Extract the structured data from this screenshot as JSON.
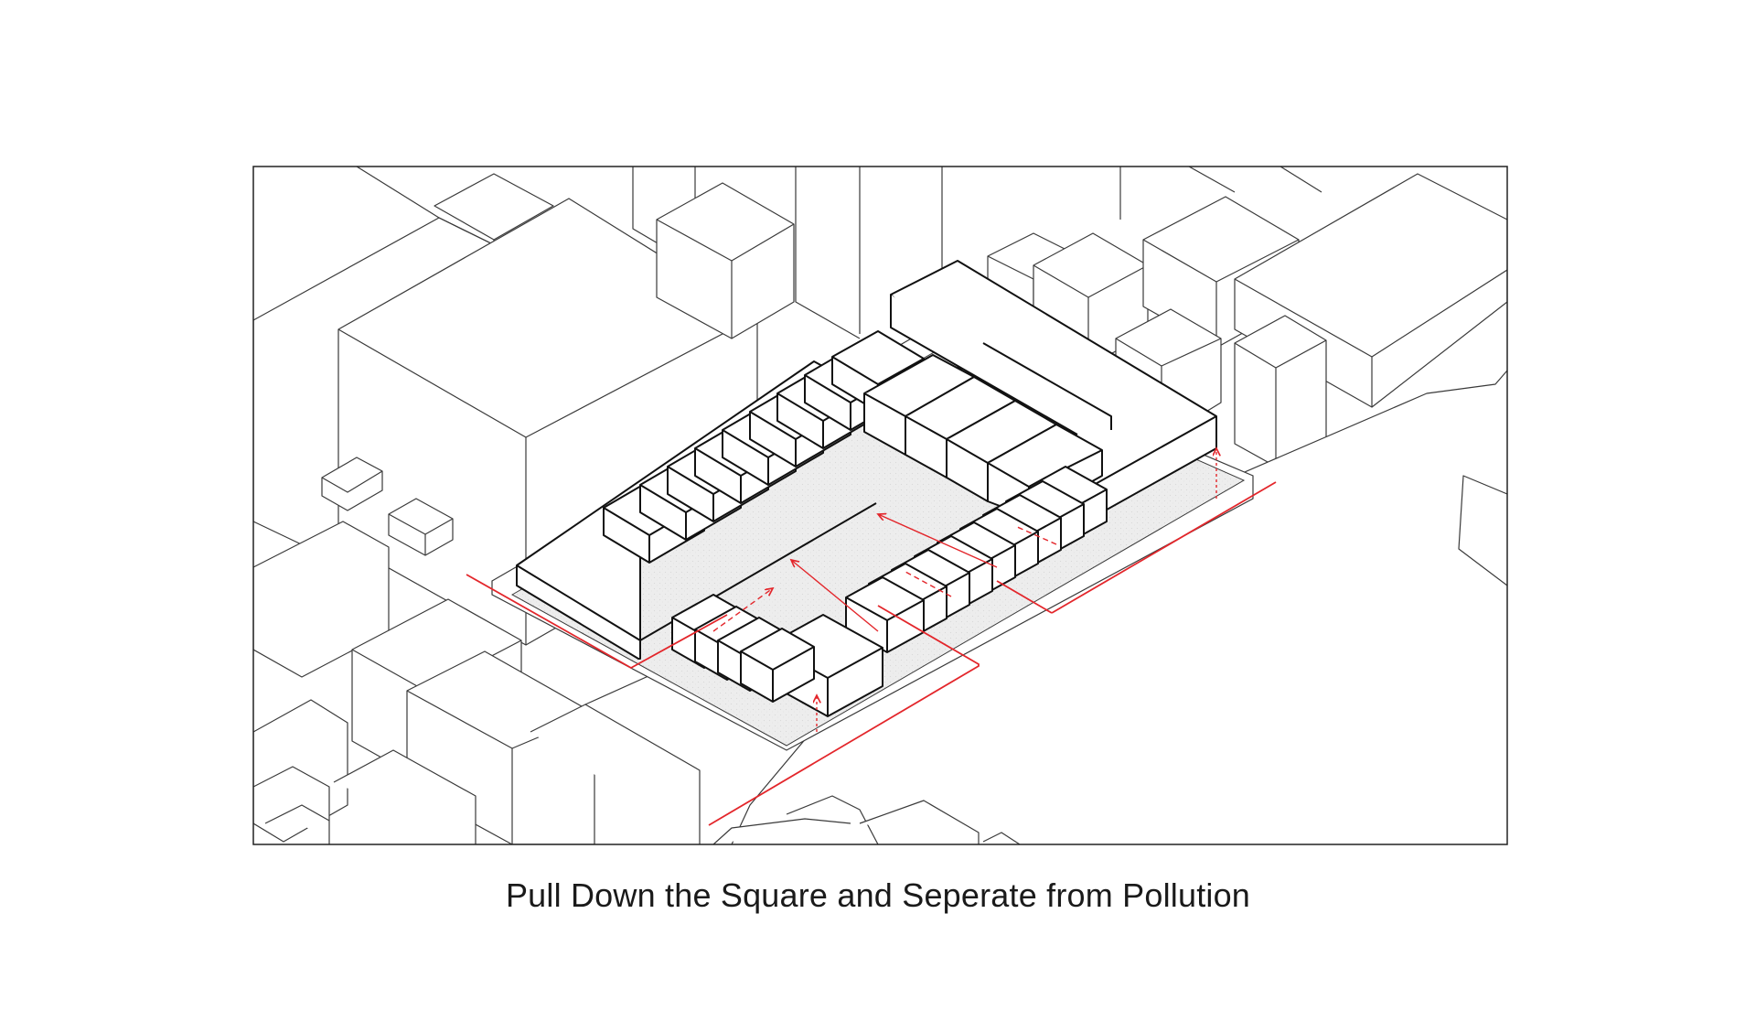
{
  "caption": "Pull Down the Square and Seperate from Pollution",
  "colors": {
    "background": "#ffffff",
    "line": "#3a3a3a",
    "building_outline": "#111111",
    "square_fill": "#ececec",
    "accent_red": "#e3262b"
  },
  "diagram": {
    "type": "axonometric-site-diagram",
    "elements": [
      "context-buildings",
      "site-plaza",
      "courtyard-building",
      "sunken-square",
      "pollution-barrier-lines",
      "pull-down-arrows"
    ]
  }
}
